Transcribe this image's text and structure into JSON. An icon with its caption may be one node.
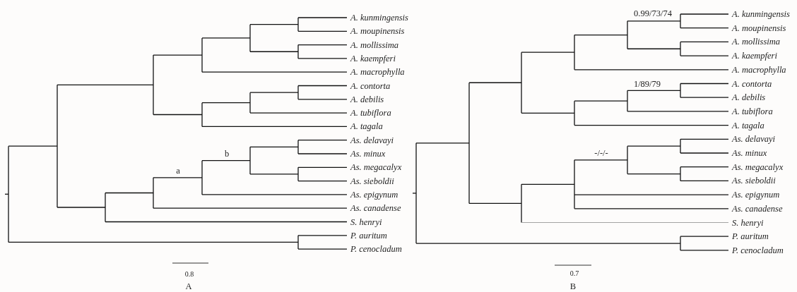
{
  "diagram": {
    "labels": [
      "A. kunmingensis",
      "A. moupinensis",
      "A. mollissima",
      "A. kaempferi",
      "A. macrophylla",
      "A. contorta",
      "A. debilis",
      "A. tubiflora",
      "A. tagala",
      "As. delavayi",
      "As. minux",
      "As. megacalyx",
      "As. sieboldii",
      "As. epigynum",
      "As. canadense",
      "S. henryi",
      "P. auritum",
      "P. cenocladum",
      "a",
      "b",
      "0.8",
      "A",
      "0.99/73/74",
      "1/89/79",
      "-/-/-",
      "A. kunmingensis",
      "A. moupinensis",
      "A. mollissima",
      "A. kaempferi",
      "A. macrophylla",
      "A. contorta",
      "A. debilis",
      "A. tubiflora",
      "A. tagala",
      "As. delavayi",
      "As. minux",
      "As. megacalyx",
      "As. sieboldii",
      "As. epigynum",
      "As. canadense",
      "S. henryi",
      "P. auritum",
      "P. cenocladum",
      "0.7",
      "B"
    ]
  }
}
